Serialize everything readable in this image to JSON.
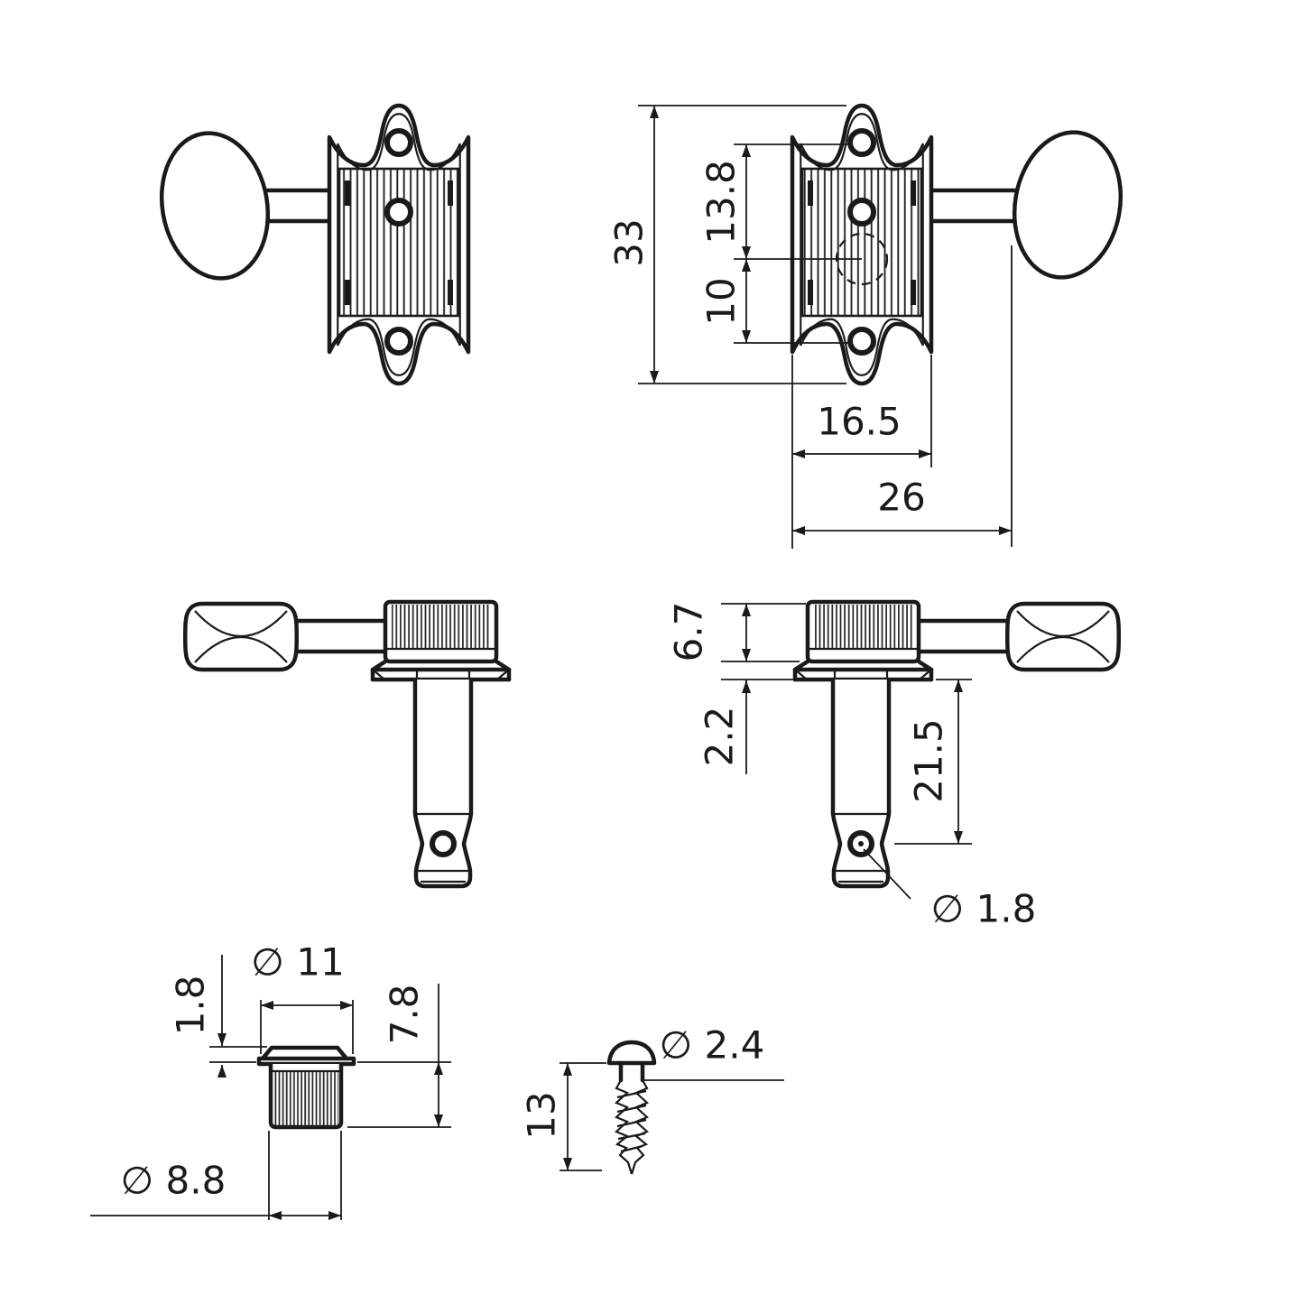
{
  "drawing": {
    "background": "#ffffff",
    "line_color": "#1a1a1a",
    "views": {
      "front": {
        "dims": {
          "overall_height": "33",
          "top_hole_to_post": "13.8",
          "post_to_bottom_hole": "10",
          "plate_width": "16.5",
          "overall_width": "26"
        }
      },
      "side": {
        "dims": {
          "housing_height": "6.7",
          "collar_height": "2.2",
          "post_length": "21.5",
          "string_hole_dia": "∅ 1.8"
        }
      },
      "bushing": {
        "dims": {
          "flange_dia": "∅ 11",
          "flange_height": "1.8",
          "body_height": "7.8",
          "body_dia": "∅ 8.8"
        }
      },
      "screw": {
        "dims": {
          "thread_dia": "∅ 2.4",
          "length": "13"
        }
      }
    }
  }
}
